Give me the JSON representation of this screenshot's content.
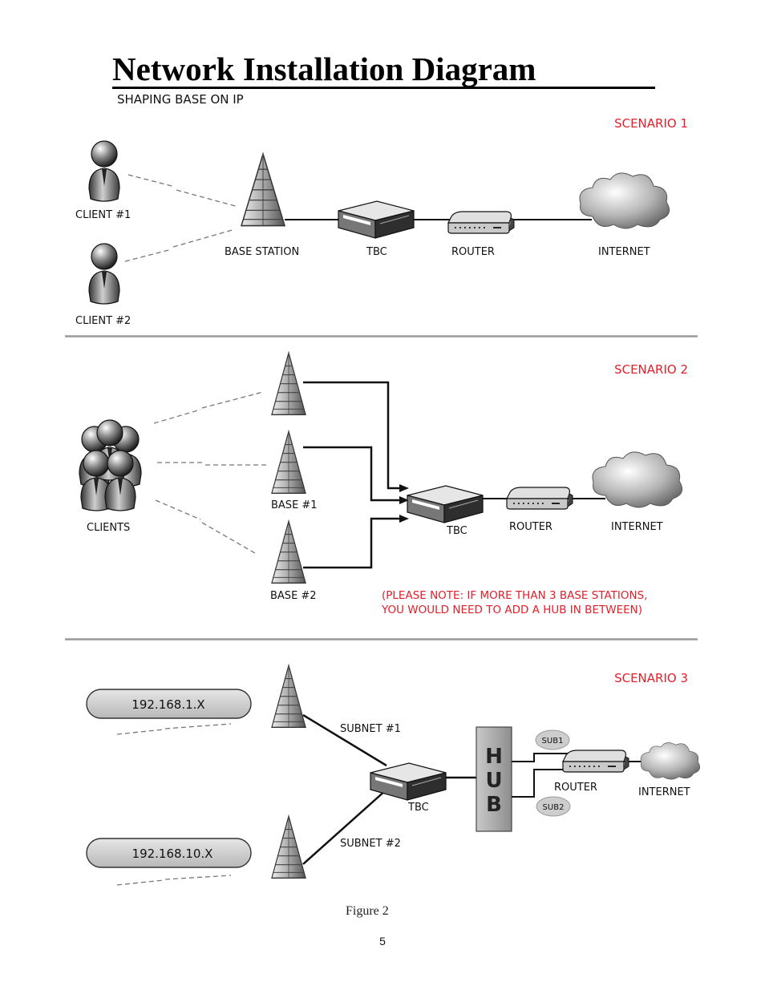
{
  "title": "Network Installation Diagram",
  "subtitle": "SHAPING BASE ON IP",
  "accent_color": "#e0202a",
  "scenario1": {
    "heading": "SCENARIO 1",
    "client1": "CLIENT #1",
    "client2": "CLIENT #2",
    "base_station": "BASE STATION",
    "tbc": "TBC",
    "router": "ROUTER",
    "internet": "INTERNET"
  },
  "scenario2": {
    "heading": "SCENARIO 2",
    "clients": "CLIENTS",
    "base1": "BASE #1",
    "base2": "BASE #2",
    "tbc": "TBC",
    "router": "ROUTER",
    "internet": "INTERNET",
    "note_line1": "(PLEASE NOTE: IF MORE THAN 3 BASE STATIONS,",
    "note_line2": "YOU WOULD NEED TO ADD A HUB IN BETWEEN)"
  },
  "scenario3": {
    "heading": "SCENARIO 3",
    "ip1": "192.168.1.X",
    "ip2": "192.168.10.X",
    "subnet1": "SUBNET #1",
    "subnet2": "SUBNET #2",
    "tbc": "TBC",
    "hub_letters": [
      "H",
      "U",
      "B"
    ],
    "sub1": "SUB1",
    "sub2": "SUB2",
    "router": "ROUTER",
    "internet": "INTERNET"
  },
  "caption": "Figure 2",
  "page_number": "5"
}
